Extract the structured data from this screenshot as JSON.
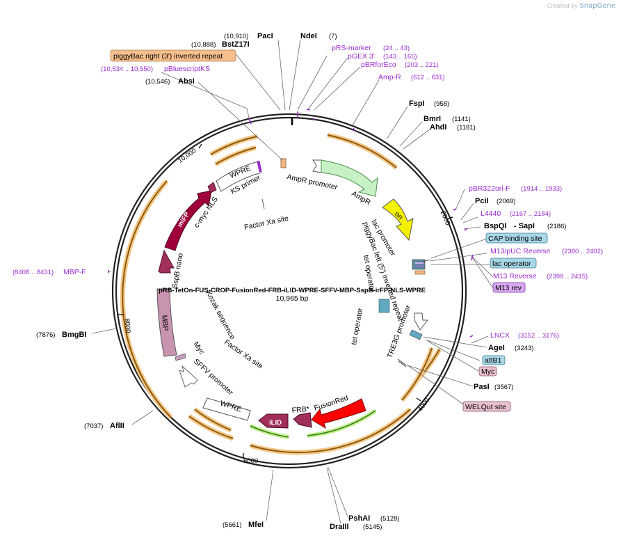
{
  "credit": {
    "prefix": "Created by",
    "brand": "SnapGene"
  },
  "plasmid": {
    "name": "pRB-TetOn-FUS-CROP-FusionRed-FRB-iLID-WPRE-SFFV-MBP-SspB-irFP-NLS-WPRE",
    "length": "10,965 bp",
    "bp": 10965
  },
  "colors": {
    "primer": "#9a2bd0",
    "orf": "#e9a23b",
    "ampr": "#c6f2c6",
    "ori": "#f3f000",
    "fusionred": "#ff0000",
    "ilid": "#a0305a",
    "mifp": "#a0003a",
    "mbp": "#c894b0",
    "sspb": "#a0305a",
    "wpre": "#ffffff"
  },
  "ticks": [
    "2000",
    "4000",
    "6000",
    "8000",
    "10,000"
  ],
  "sites": [
    {
      "name": "PacI",
      "coord": "(10,910)"
    },
    {
      "name": "NdeI",
      "coord": "(7)"
    },
    {
      "name": "BstZ17I",
      "coord": "(10,888)"
    },
    {
      "name": "AbsI",
      "coord": "(10,546)"
    },
    {
      "name": "FspI",
      "coord": "(958)"
    },
    {
      "name": "BmrI",
      "coord": "(1141)"
    },
    {
      "name": "AhdI",
      "coord": "(1181)"
    },
    {
      "name": "PciI",
      "coord": "(2069)"
    },
    {
      "name": "BspQI",
      "coord": "(2186)"
    },
    {
      "name": "- SapI",
      "coord": ""
    },
    {
      "name": "AgeI",
      "coord": "(3243)"
    },
    {
      "name": "PasI",
      "coord": "(3567)"
    },
    {
      "name": "PshAI",
      "coord": "(5128)"
    },
    {
      "name": "DraIII",
      "coord": "(5145)"
    },
    {
      "name": "MfeI",
      "coord": "(5661)"
    },
    {
      "name": "AflII",
      "coord": "(7037)"
    },
    {
      "name": "BmgBI",
      "coord": "(7876)"
    }
  ],
  "primers": [
    {
      "name": "pRS-marker",
      "coord": "(24 .. 43)"
    },
    {
      "name": "pGEX 3'",
      "coord": "(143 .. 165)"
    },
    {
      "name": "pBRforEco",
      "coord": "(203 .. 221)"
    },
    {
      "name": "Amp-R",
      "coord": "(612 .. 631)"
    },
    {
      "name": "pBluescriptKS",
      "coord": "(10,534 .. 10,550)"
    },
    {
      "name": "pBR322ori-F",
      "coord": "(1914 .. 1933)"
    },
    {
      "name": "L4440",
      "coord": "(2167 .. 2184)"
    },
    {
      "name": "M13/pUC Reverse",
      "coord": "(2380 .. 2402)"
    },
    {
      "name": "M13 Reverse",
      "coord": "(2399 .. 2415)"
    },
    {
      "name": "LNCX",
      "coord": "(3152 .. 3176)"
    },
    {
      "name": "MBP-F",
      "coord": "(8408 .. 8431)"
    }
  ],
  "boxes": [
    {
      "name": "piggyBac right (3') inverted repeat"
    },
    {
      "name": "CAP binding site"
    },
    {
      "name": "lac operator"
    },
    {
      "name": "M13 rev"
    },
    {
      "name": "attB1"
    },
    {
      "name": "Myc"
    },
    {
      "name": "WELQut site"
    }
  ],
  "features": [
    {
      "name": "AmpR promoter"
    },
    {
      "name": "AmpR"
    },
    {
      "name": "ori"
    },
    {
      "name": "lac promoter"
    },
    {
      "name": "piggyBac left (5') inverted repeat"
    },
    {
      "name": "tet operator"
    },
    {
      "name": "tet operator"
    },
    {
      "name": "TRE3G promoter"
    },
    {
      "name": "FusionRed"
    },
    {
      "name": "FRB*"
    },
    {
      "name": "iLID"
    },
    {
      "name": "WPRE"
    },
    {
      "name": "SFFV promoter"
    },
    {
      "name": "Myc"
    },
    {
      "name": "Factor Xa site"
    },
    {
      "name": "Kozak sequence"
    },
    {
      "name": "MBP"
    },
    {
      "name": "SspB nano"
    },
    {
      "name": "miFP"
    },
    {
      "name": "c-myc NLS"
    },
    {
      "name": "WPRE"
    },
    {
      "name": "KS primer"
    },
    {
      "name": "Factor Xa site"
    }
  ]
}
